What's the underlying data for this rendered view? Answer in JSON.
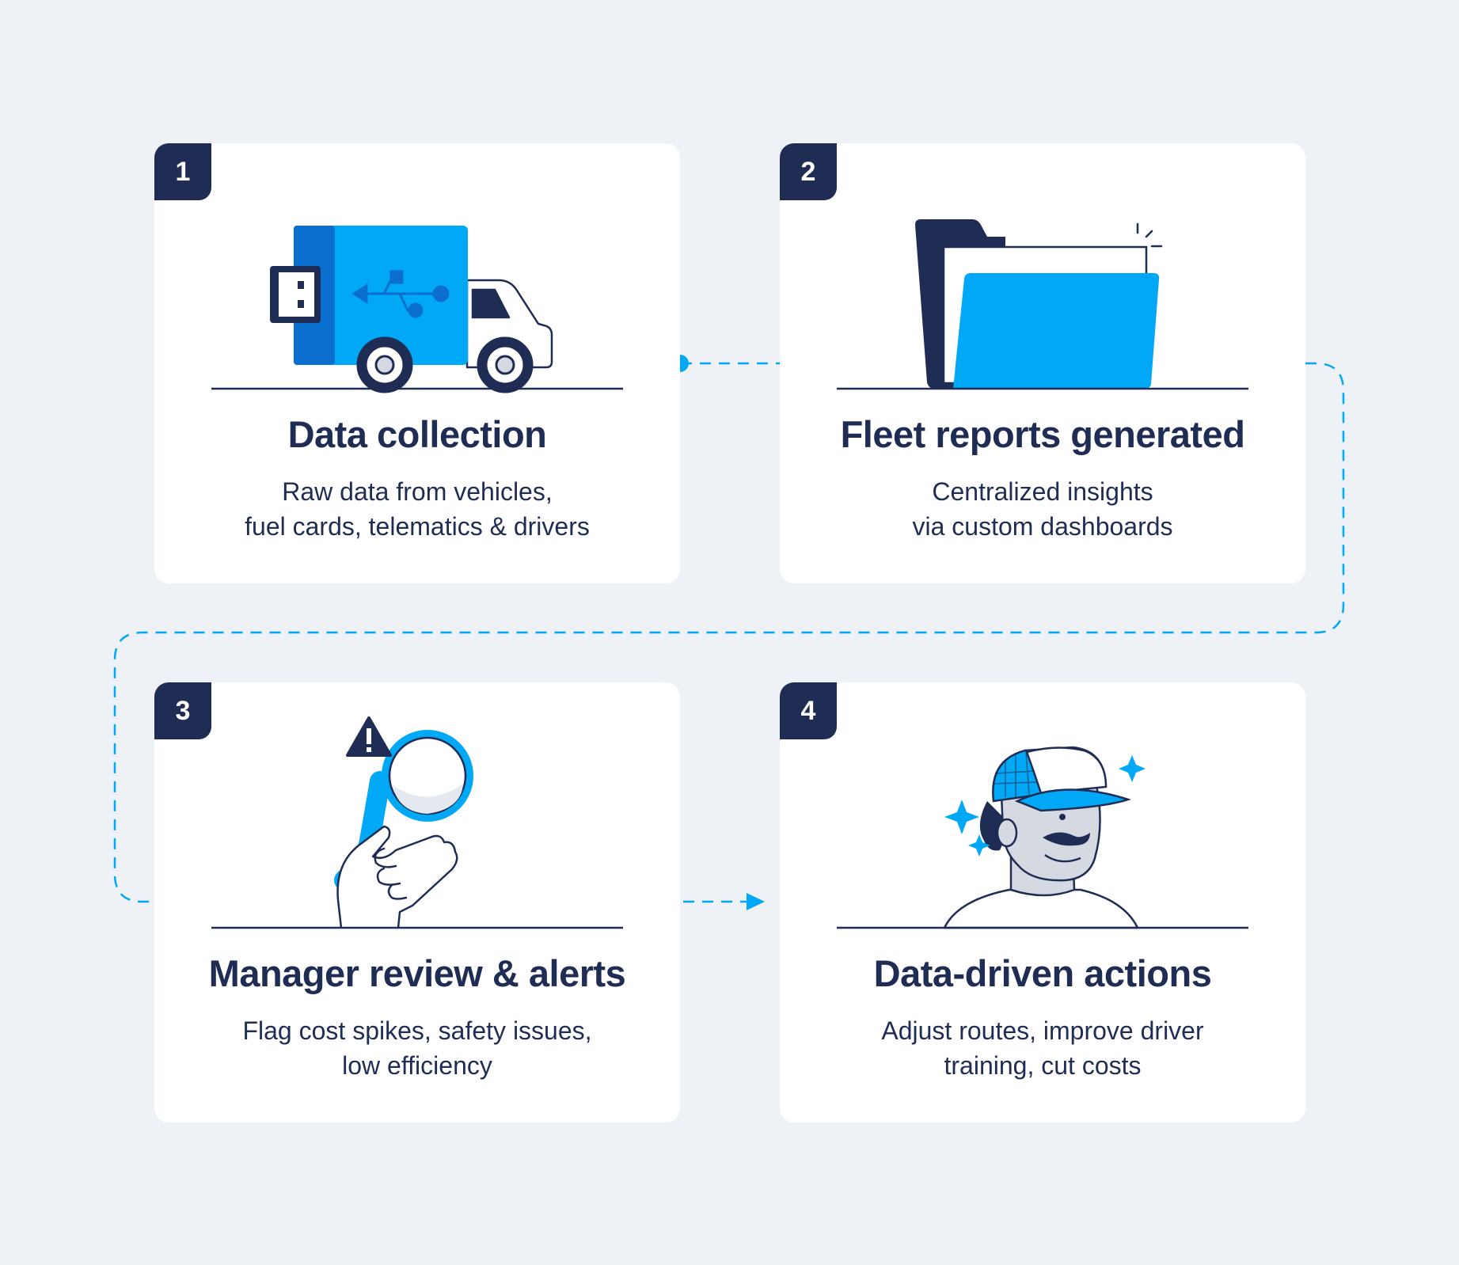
{
  "steps": [
    {
      "number": "1",
      "title": "Data collection",
      "desc_lines": [
        "Raw data from vehicles,",
        "fuel cards, telematics & drivers"
      ],
      "icon": "usb-truck-icon"
    },
    {
      "number": "2",
      "title": "Fleet reports generated",
      "desc_lines": [
        "Centralized insights",
        "via custom dashboards"
      ],
      "icon": "folder-icon"
    },
    {
      "number": "3",
      "title": "Manager review & alerts",
      "desc_lines": [
        "Flag cost spikes, safety issues,",
        "low efficiency"
      ],
      "icon": "magnifier-alert-icon"
    },
    {
      "number": "4",
      "title": "Data-driven actions",
      "desc_lines": [
        "Adjust routes, improve driver",
        "training, cut costs"
      ],
      "icon": "driver-icon"
    }
  ],
  "colors": {
    "navy": "#1f2d55",
    "accent": "#00a8f5",
    "accent_dark": "#0a6fcf",
    "background": "#eef1f6",
    "card": "#ffffff"
  }
}
